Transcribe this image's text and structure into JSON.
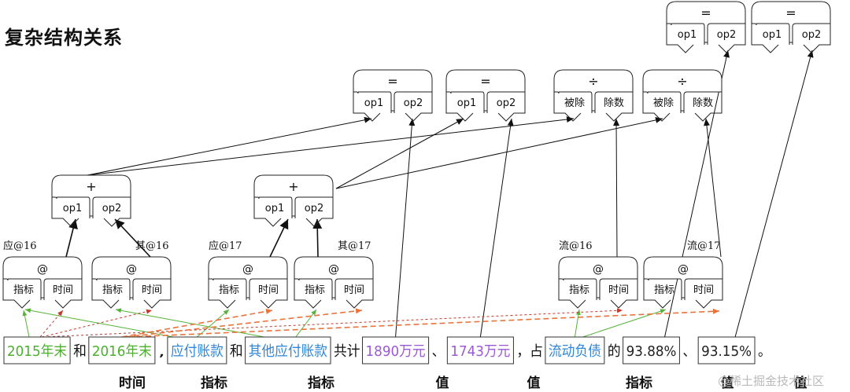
{
  "title": "复杂结构关系",
  "watermark": "@稀土掘金技术社区",
  "nodes": {
    "eq1": {
      "op": "=",
      "ports": [
        "op1",
        "op2"
      ]
    },
    "eq2": {
      "op": "=",
      "ports": [
        "op1",
        "op2"
      ]
    },
    "eq3": {
      "op": "=",
      "ports": [
        "op1",
        "op2"
      ]
    },
    "eq4": {
      "op": "=",
      "ports": [
        "op1",
        "op2"
      ]
    },
    "div1": {
      "op": "÷",
      "ports": [
        "被除",
        "除数"
      ]
    },
    "div2": {
      "op": "÷",
      "ports": [
        "被除",
        "除数"
      ]
    },
    "plus1": {
      "op": "+",
      "ports": [
        "op1",
        "op2"
      ]
    },
    "plus2": {
      "op": "+",
      "ports": [
        "op1",
        "op2"
      ]
    },
    "at1": {
      "op": "@",
      "ports": [
        "指标",
        "时间"
      ],
      "label": "应@16"
    },
    "at2": {
      "op": "@",
      "ports": [
        "指标",
        "时间"
      ],
      "label": "其@16"
    },
    "at3": {
      "op": "@",
      "ports": [
        "指标",
        "时间"
      ],
      "label": "应@17"
    },
    "at4": {
      "op": "@",
      "ports": [
        "指标",
        "时间"
      ],
      "label": "其@17"
    },
    "at5": {
      "op": "@",
      "ports": [
        "指标",
        "时间"
      ],
      "label": "流@16"
    },
    "at6": {
      "op": "@",
      "ports": [
        "指标",
        "时间"
      ],
      "label": "流@17"
    }
  },
  "sentence": [
    {
      "text": "2015年末",
      "boxed": true,
      "color": "#4caf2f"
    },
    {
      "text": "和",
      "boxed": false
    },
    {
      "text": "2016年末",
      "boxed": true,
      "color": "#4caf2f"
    },
    {
      "text": ",",
      "boxed": false
    },
    {
      "text": "应付账款",
      "boxed": true,
      "color": "#2f86d8"
    },
    {
      "text": "和",
      "boxed": false
    },
    {
      "text": "其他应付账款",
      "boxed": true,
      "color": "#2f86d8"
    },
    {
      "text": "共计",
      "boxed": false
    },
    {
      "text": "1890万元",
      "boxed": true,
      "color": "#9b59d6"
    },
    {
      "text": "、",
      "boxed": false
    },
    {
      "text": "1743万元",
      "boxed": true,
      "color": "#9b59d6"
    },
    {
      "text": "，占",
      "boxed": false
    },
    {
      "text": "流动负债",
      "boxed": true,
      "color": "#2f86d8"
    },
    {
      "text": "的",
      "boxed": false
    },
    {
      "text": "93.88%",
      "boxed": true,
      "color": "#222222"
    },
    {
      "text": "、",
      "boxed": false
    },
    {
      "text": "93.15%",
      "boxed": true,
      "color": "#222222"
    },
    {
      "text": "。",
      "boxed": false
    }
  ],
  "categories": [
    "时间",
    "指标",
    "指标",
    "值",
    "值",
    "指标",
    "值",
    "值"
  ],
  "colors": {
    "line": "#111111",
    "green_link": "#55b33a",
    "red_link": "#c0392b",
    "orange_link": "#e8743b"
  }
}
